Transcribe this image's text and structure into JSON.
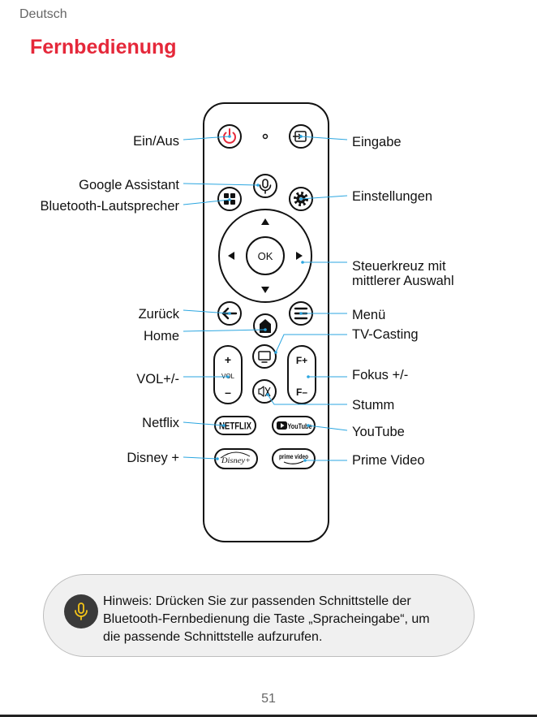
{
  "header": {
    "language": "Deutsch",
    "title": "Fernbedienung"
  },
  "labels": {
    "power": "Ein/Aus",
    "assistant": "Google Assistant",
    "bt_speaker": "Bluetooth-Lautsprecher",
    "back": "Zurück",
    "home": "Home",
    "volume": "VOL+/-",
    "netflix": "Netflix",
    "disney": "Disney +",
    "input": "Eingabe",
    "settings": "Einstellungen",
    "dpad_line1": "Steuerkreuz mit",
    "dpad_line2": "mittlerer Auswahl",
    "menu": "Menü",
    "casting": "TV-Casting",
    "focus": "Fokus +/-",
    "mute": "Stumm",
    "youtube": "YouTube",
    "prime": "Prime Video"
  },
  "remote": {
    "ok": "OK",
    "vol_plus": "+",
    "vol_text": "VOL",
    "vol_minus": "–",
    "focus_plus": "F+",
    "focus_minus": "F–",
    "netflix": "NETFLIX",
    "youtube": "YouTube",
    "disney": "Disney+",
    "prime": "prime video"
  },
  "note": {
    "line1": "Hinweis: Drücken Sie zur passenden Schnittstelle der",
    "line2": "Bluetooth-Fernbedienung die Taste „Spracheingabe“, um",
    "line3": "die passende Schnittstelle aufzurufen.",
    "icon": "microphone-icon"
  },
  "footer": {
    "page": "51"
  },
  "colors": {
    "title": "#e5283a",
    "power": "#e5283a",
    "leader": "#2ba6e0",
    "mic": "#f5c518"
  }
}
